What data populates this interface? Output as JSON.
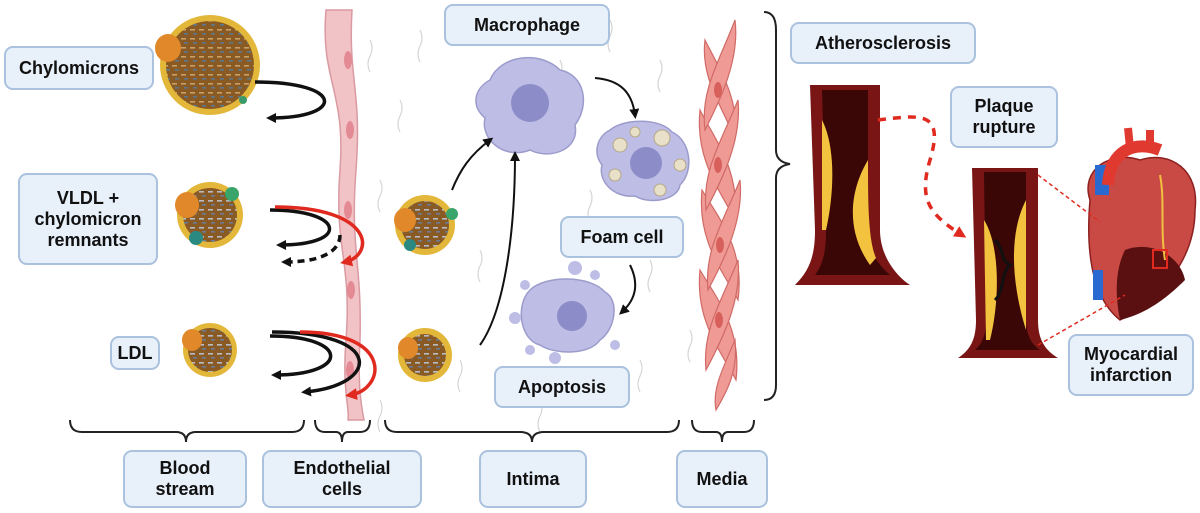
{
  "labels": {
    "chylomicrons": "Chylomicrons",
    "vldl": "VLDL +\nchylomicron\nremnants",
    "ldl": "LDL",
    "macrophage": "Macrophage",
    "foam_cell": "Foam cell",
    "apoptosis": "Apoptosis",
    "atherosclerosis": "Atherosclerosis",
    "plaque_rupture": "Plaque\nrupture",
    "myocardial_infarction": "Myocardial\ninfarction"
  },
  "regions": {
    "blood_stream": "Blood\nstream",
    "endothelial_cells": "Endothelial\ncells",
    "intima": "Intima",
    "media": "Media"
  },
  "colors": {
    "label_fill": "#e8f0fa",
    "label_border": "#aac2dd",
    "lipoprotein_core": "#8a5a25",
    "lipoprotein_shell": "#e3b73a",
    "apoprotein": "#e0882a",
    "endothelium": "#f2c3c6",
    "macrophage": "#bdbde6",
    "smooth_muscle": "#ef9a94",
    "artery_wall": "#7a1515",
    "plaque": "#f3c23f",
    "arrow_black": "#111111",
    "arrow_red": "#e02a1f"
  },
  "icons": [
    "chylomicron-particle-icon",
    "vldl-particle-icon",
    "ldl-particle-icon",
    "macrophage-icon",
    "foam-cell-icon",
    "apoptotic-cell-icon",
    "endothelial-cell-icon",
    "smooth-muscle-cell-icon",
    "artery-icon",
    "ruptured-artery-icon",
    "heart-icon"
  ]
}
